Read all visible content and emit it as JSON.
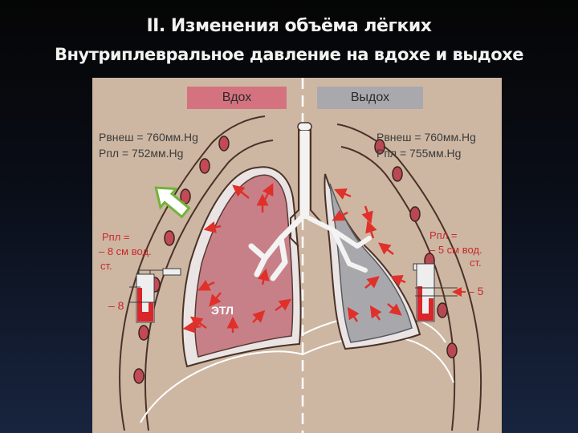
{
  "title": "II.  Изменения объёма лёгких",
  "subtitle": "Внутриплевральное давление на вдохе и выдохе",
  "inhale": {
    "header": "Вдох",
    "p_ext": "Pвнеш = 760мм.Hg",
    "p_pl": "Pпл = 752мм.Hg",
    "pl_label_1": "Pпл =",
    "pl_label_2": "– 8 см вод.",
    "pl_label_3": "ст.",
    "manometer_value": "– 8",
    "etl": "ЭТЛ"
  },
  "exhale": {
    "header": "Выдох",
    "p_ext": "Pвнеш = 760мм.Hg",
    "p_pl": "Pпл = 755мм.Hg",
    "pl_label_1": "Pпл =",
    "pl_label_2": "– 5 см вод.",
    "pl_label_3": "ст.",
    "manometer_value": "– 5"
  },
  "colors": {
    "inhale_lung": "#c88088",
    "exhale_lung": "#a8a8ac",
    "arrow_red": "#e0302a",
    "big_arrow_green": "#74b23a"
  }
}
